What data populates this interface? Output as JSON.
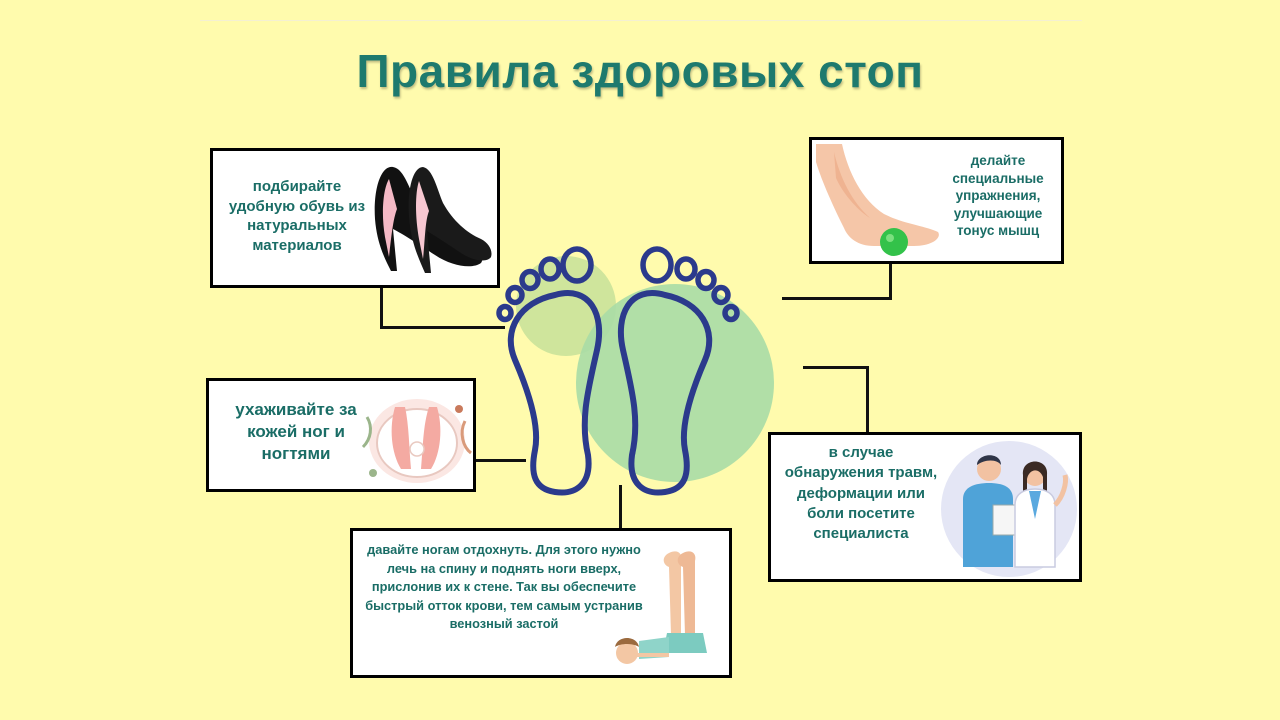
{
  "title": "Правила здоровых стоп",
  "rules": {
    "shoes": "подбирайте удобную обувь из натуральных материалов",
    "exercises": "делайте специальные упражнения, улучшающие тонус мышц",
    "care": "ухаживайте за кожей ног и ногтями",
    "specialist": "в случае обнаружения травм, деформации или боли посетите специалиста",
    "rest": "давайте ногам отдохнуть. Для этого нужно лечь на спину и поднять ноги вверх, прислонив их к стене. Так вы обеспечите быстрый отток крови, тем самым устранив венозный застой"
  },
  "colors": {
    "background": "#fffbad",
    "title": "#1e7a6e",
    "text": "#1a6d66",
    "footprint_outline": "#2b3a8c",
    "circle_large": "#9fd9a5",
    "circle_small": "#cde89b"
  },
  "icons": {
    "shoes": "high-heel-shoes-icon",
    "exercises": "foot-massage-ball-icon",
    "care": "foot-bath-icon",
    "specialist": "doctors-icon",
    "rest": "legs-up-wall-icon",
    "center": "footprints-icon"
  }
}
